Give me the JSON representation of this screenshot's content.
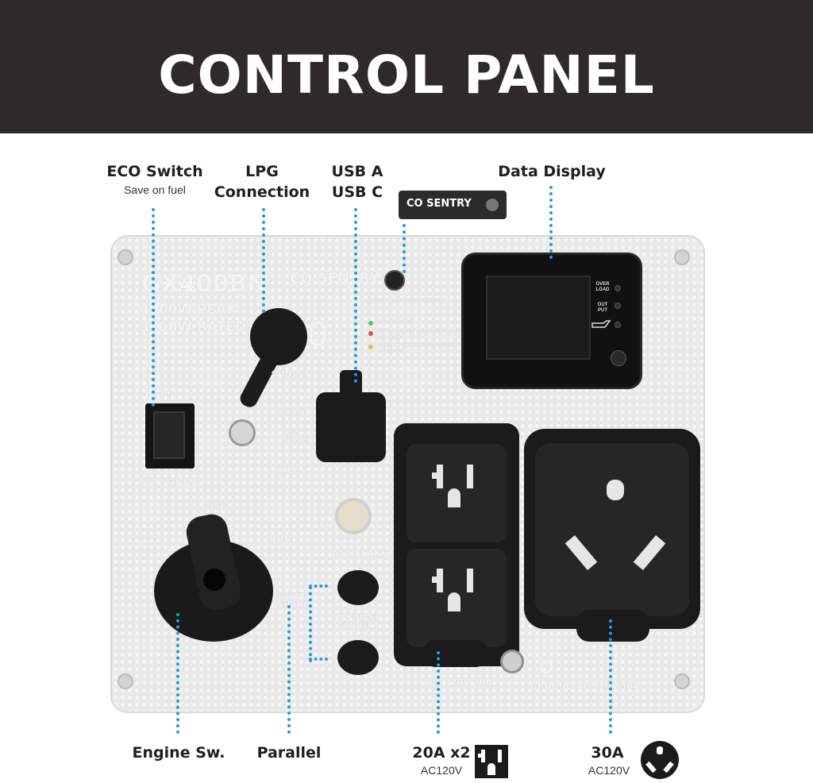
{
  "banner": {
    "title": "CONTROL PANEL"
  },
  "callouts": {
    "eco_switch": {
      "title": "ECO Switch",
      "sub": "Save on fuel"
    },
    "lpg": {
      "line1": "LPG",
      "line2": "Connection"
    },
    "usb": {
      "line1": "USB A",
      "line2": "USB C"
    },
    "data_display": {
      "title": "Data Display"
    },
    "engine_sw": {
      "title": "Engine Sw."
    },
    "parallel": {
      "title": "Parallel"
    },
    "outlet_20a": {
      "title": "20A x2",
      "sub": "AC120V"
    },
    "outlet_30a": {
      "title": "30A",
      "sub": "AC120V"
    }
  },
  "badge": {
    "label": "CO SENTRY"
  },
  "panel": {
    "model": "GX400BN",
    "peak": "4000W PEAK",
    "rated": "3200W RATED",
    "co_brand": "CO SENTRY",
    "co_shutoff": "CARBON MONOXIDE SHUTOFF",
    "status_standby": "STANDING BY",
    "status_co": "CO DETECTED MOVE TO FRESH AIR NOW",
    "status_error": "SENSOR ERROR HAVE SENSOR SERVICED",
    "lpg_inlet": "G INLET",
    "usb_qc": "QC3.0",
    "usb_ports": "USB PORTS",
    "usb_type": "TYPE C",
    "eco_on": "ON",
    "eco_label": "ECO SWITCH",
    "knob_off": "OFF",
    "knob_run": "RUN",
    "knob_start": "START CHOKE",
    "breaker_on": "ON",
    "breaker_off": "OFF",
    "breaker_label": "AC BREAKER",
    "parallel_label": "PARALLEL CONNECT",
    "outlet_20a_label": "AC 120V 20A",
    "ground_label": "GROUND",
    "outlet_30a_label": "AC 120V 30A",
    "overload": "OVER LOAD",
    "output": "OUT PUT"
  },
  "colors": {
    "banner": "#2e2a2a",
    "leader": "#2b99d6",
    "panel": "#e9e9e9"
  },
  "icons": [
    "nema-5-20-outlet-icon",
    "tt-30-outlet-icon",
    "oil-can-icon"
  ]
}
